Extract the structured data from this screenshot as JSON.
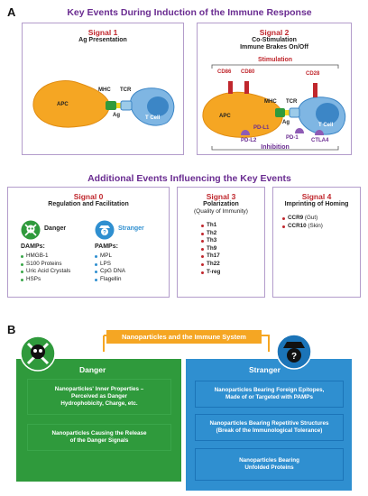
{
  "panel_a": {
    "letter": "A",
    "heading": "Key Events During Induction of the Immune Response",
    "signal1": {
      "title": "Signal 1",
      "subtitle": "Ag Presentation",
      "apc": "APC",
      "mhc": "MHC",
      "tcr": "TCR",
      "ag": "Ag",
      "tcell": "T Cell"
    },
    "signal2": {
      "title": "Signal 2",
      "subtitle_line1": "Co-Stimulation",
      "subtitle_line2": "Immune Brakes On/Off",
      "stimulation": "Stimulation",
      "cd86": "CD86",
      "cd80": "CD80",
      "cd28": "CD28",
      "apc": "APC",
      "mhc": "MHC",
      "tcr": "TCR",
      "ag": "Ag",
      "tcell": "T Cell",
      "pdl1": "PD-L1",
      "pdl2": "PD-L2",
      "pd1": "PD-1",
      "ctla4": "CTLA4",
      "inhibition": "Inhibition"
    },
    "additional_heading": "Additional Events Influencing the Key Events",
    "signal0": {
      "title": "Signal 0",
      "subtitle": "Regulation and Facilitation",
      "danger": "Danger",
      "stranger": "Stranger",
      "damps_label": "DAMPs:",
      "damps": [
        "HMGB-1",
        "S100 Proteins",
        "Uric Acid Crystals",
        "HSPs"
      ],
      "pamps_label": "PAMPs:",
      "pamps": [
        "MPL",
        "LPS",
        "CpG DNA",
        "Flagellin"
      ]
    },
    "signal3": {
      "title": "Signal 3",
      "subtitle": "Polarization",
      "subtitle2": "(Quality of Immunity)",
      "items": [
        "Th1",
        "Th2",
        "Th3",
        "Th9",
        "Th17",
        "Th22",
        "T-reg"
      ]
    },
    "signal4": {
      "title": "Signal 4",
      "subtitle": "Imprinting of Homing",
      "items": [
        {
          "name": "CCR9",
          "note": "(Gut)"
        },
        {
          "name": "CCR10",
          "note": "(Skin)"
        }
      ]
    }
  },
  "panel_b": {
    "letter": "B",
    "top_label": "Nanoparticles and the Immune System",
    "danger": {
      "title": "Danger",
      "boxes": [
        {
          "line1": "Nanoparticles' Inner Properties –",
          "line2": "Perceived as Danger",
          "line3": "Hydrophobicity, Charge, etc."
        },
        {
          "line1": "Nanoparticles Causing the Release",
          "line2": "of the Danger Signals"
        }
      ]
    },
    "stranger": {
      "title": "Stranger",
      "boxes": [
        {
          "line1": "Nanoparticles Bearing Foreign Epitopes,",
          "line2": "Made of or Targeted with PAMPs"
        },
        {
          "line1": "Nanoparticles Bearing Repetitive Structures",
          "line2": "(Break of the Immunological Tolerance)"
        },
        {
          "line1": "Nanoparticles Bearing",
          "line2": "Unfolded Proteins"
        }
      ]
    }
  },
  "colors": {
    "purple": "#6a2c91",
    "red": "#c0272d",
    "orange": "#f5a623",
    "blue": "#2f8fd0",
    "green": "#2f9a3c"
  }
}
